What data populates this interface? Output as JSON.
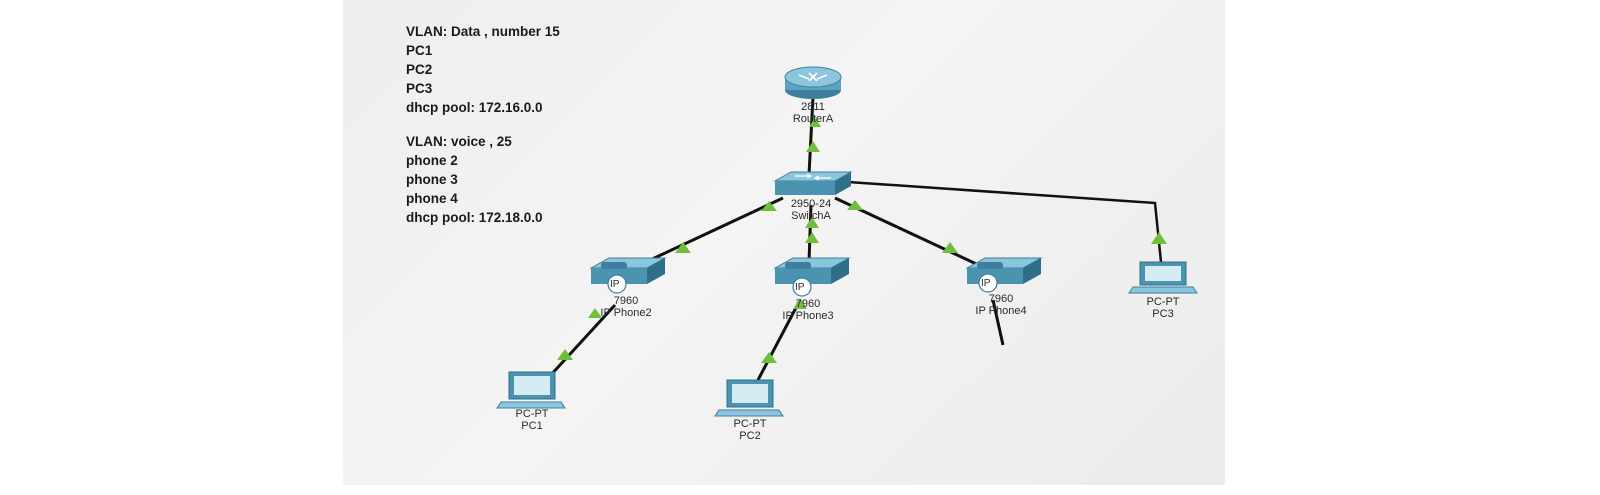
{
  "notes": {
    "data_vlan": {
      "title": "VLAN: Data , number  15",
      "members": [
        "PC1",
        "PC2",
        "PC3"
      ],
      "dhcp": "dhcp pool: 172.16.0.0"
    },
    "voice_vlan": {
      "title": "VLAN: voice , 25",
      "members": [
        "phone 2",
        "phone 3",
        "phone 4"
      ],
      "dhcp": "dhcp pool: 172.18.0.0"
    }
  },
  "devices": {
    "router": {
      "model": "2811",
      "name": "RouterA"
    },
    "switch": {
      "model": "2950-24",
      "name": "SwitchA"
    },
    "phone2": {
      "model": "7960",
      "name": "IP Phone2",
      "badge": "IP"
    },
    "phone3": {
      "model": "7960",
      "name": "IP Phone3",
      "badge": "IP"
    },
    "phone4": {
      "model": "7960",
      "name": "IP Phone4",
      "badge": "IP"
    },
    "pc1": {
      "model": "PC-PT",
      "name": "PC1"
    },
    "pc2": {
      "model": "PC-PT",
      "name": "PC2"
    },
    "pc3": {
      "model": "PC-PT",
      "name": "PC3"
    }
  },
  "colors": {
    "link": "#111111",
    "link_up_indicator": "#6fbf3a",
    "device_blue": "#4a94b0",
    "accent": "#d9472a"
  }
}
